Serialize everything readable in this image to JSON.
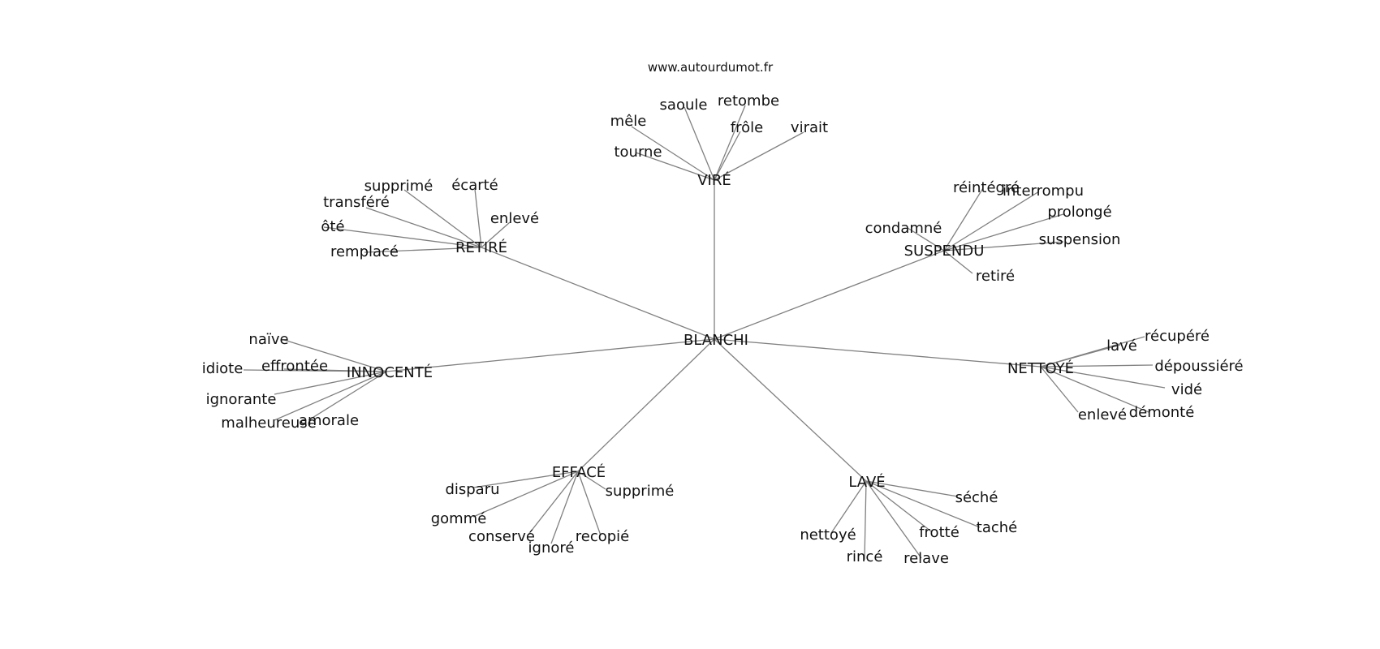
{
  "site": "www.autourdumot.fr",
  "root": "BLANCHI",
  "clusters": [
    {
      "word": "VIRÉ",
      "leaves": [
        "mêle",
        "saoule",
        "retombe",
        "frôle",
        "virait",
        "tourne"
      ]
    },
    {
      "word": "RETIRÉ",
      "leaves": [
        "supprimé",
        "écarté",
        "transféré",
        "enlevé",
        "ôté",
        "remplacé"
      ]
    },
    {
      "word": "SUSPENDU",
      "leaves": [
        "réintégré",
        "interrompu",
        "prolongé",
        "condamné",
        "suspension",
        "retiré"
      ]
    },
    {
      "word": "INNOCENTÉ",
      "leaves": [
        "naïve",
        "idiote",
        "effrontée",
        "ignorante",
        "malheureuse",
        "amorale"
      ]
    },
    {
      "word": "NETTOYÉ",
      "leaves": [
        "récupéré",
        "lavé",
        "dépoussiéré",
        "vidé",
        "démonté",
        "enlevé"
      ]
    },
    {
      "word": "EFFACÉ",
      "leaves": [
        "disparu",
        "supprimé",
        "gommé",
        "conservé",
        "recopié",
        "ignoré"
      ]
    },
    {
      "word": "LAVÉ",
      "leaves": [
        "séché",
        "taché",
        "frotté",
        "nettoyé",
        "rincé",
        "relave"
      ]
    }
  ]
}
